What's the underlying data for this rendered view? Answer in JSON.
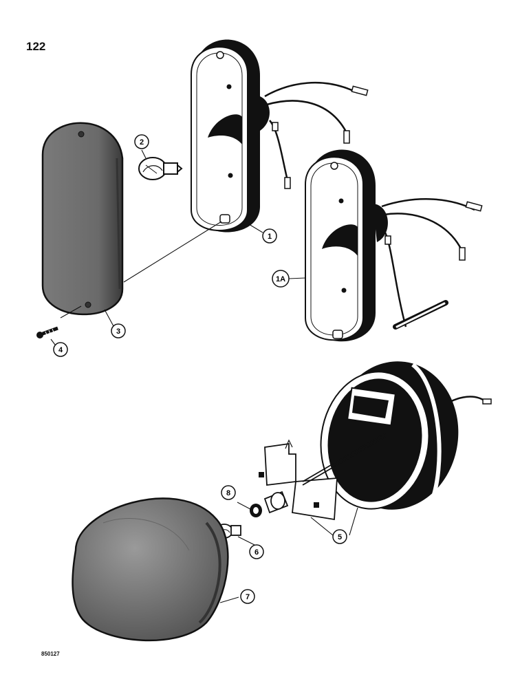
{
  "page": {
    "number": "122",
    "figure_code": "850127"
  },
  "callouts": [
    "1",
    "1A",
    "2",
    "3",
    "4",
    "5",
    "6",
    "7",
    "8"
  ],
  "colors": {
    "ink": "#111111",
    "lens_fill": "#6f6f6f",
    "paper": "#ffffff"
  }
}
